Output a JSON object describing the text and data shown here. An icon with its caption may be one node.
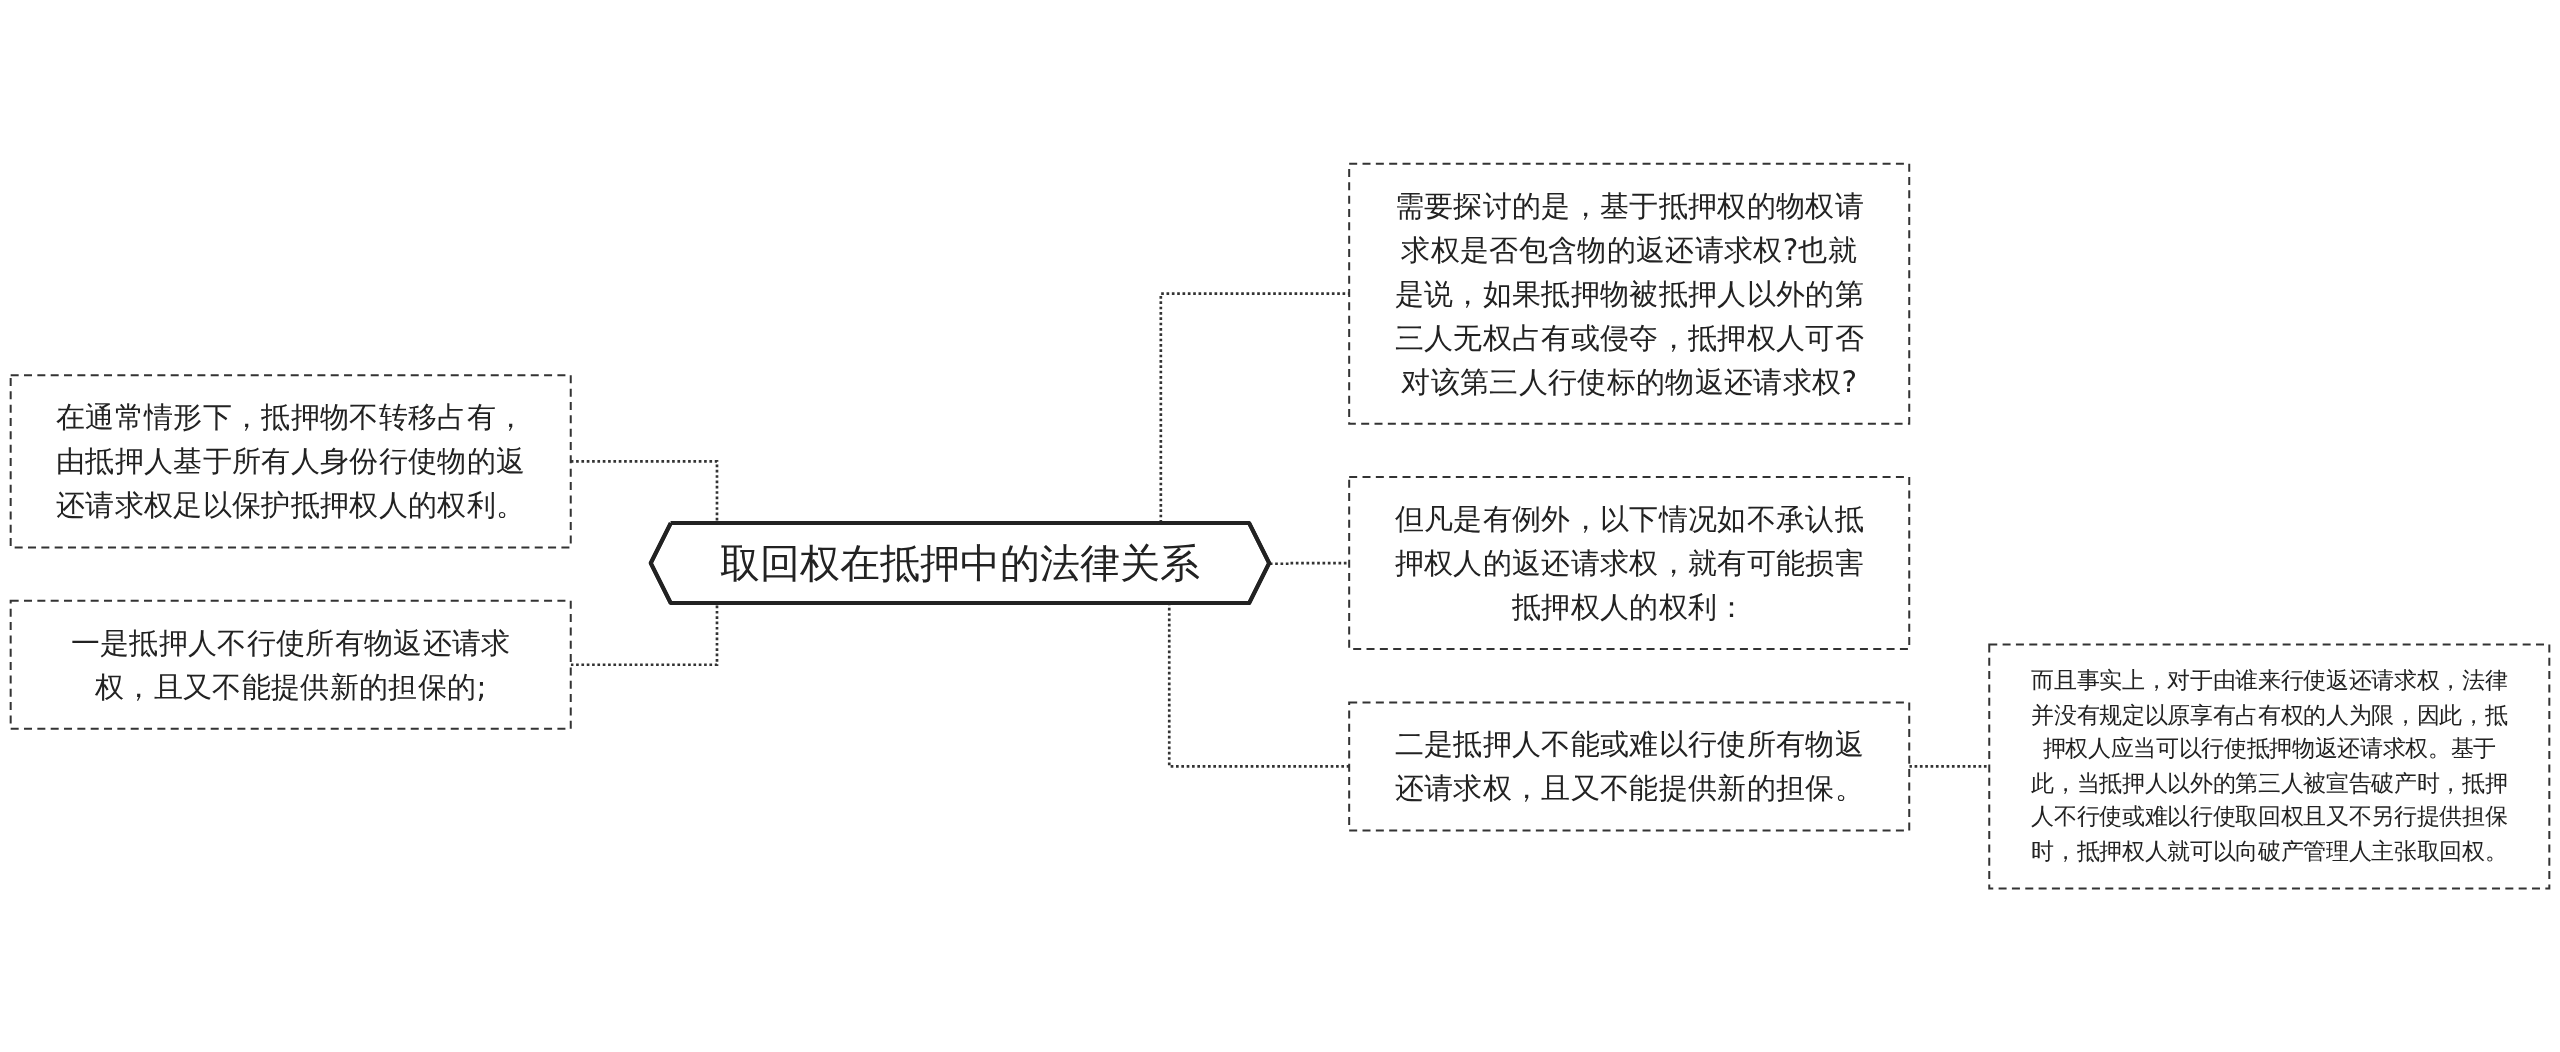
{
  "diagram": {
    "nodes": [
      {
        "text": [
          "取回权在抵押中的法律关系"
        ]
      },
      {
        "text": [
          "在通常情形下，抵押物不转移占有，由抵押人基于所有人身份行使物的返还请求权足以保护抵押权人的权利。"
        ]
      },
      {
        "text": [
          "一是抵押人不行使所有物返还请求权，且又不能提供新的担保的;"
        ]
      },
      {
        "text": [
          "需要探讨的是，基于抵押权的物权请求权是否包含物的返还请求权?也就是说，如果抵押物被抵押人以外的第三人无权占有或侵夺，抵押权人可否对该第三人行使标的物返还请求权?"
        ]
      },
      {
        "text": [
          "但凡是有例外，以下情况如不承认抵押权人的返还请求权，就有可能损害抵押权人的权利："
        ]
      },
      {
        "text": [
          "二是抵押人不能或难以行使所有物返还请求权，且又不能提供新的担保。"
        ]
      },
      {
        "text": [
          "而且事实上，对于由谁来行使返还请求权，法律并没有规定以原享有占有权的人为限，因此，抵押权人应当可以行使抵押物返还请求权。基于此，当抵押人以外的第三人被宣告破产时，抵押人不行使或难以行使取回权且又不另行提供担保时，抵押权人就可以向破产管理人主张取回权。"
        ]
      }
    ],
    "edges": [
      {
        "from": 0,
        "to": 1,
        "arrow": "none",
        "style": "dashed"
      },
      {
        "from": 0,
        "to": 2,
        "arrow": "none",
        "style": "dashed"
      },
      {
        "from": 0,
        "to": 3,
        "arrow": "none",
        "style": "dashed"
      },
      {
        "from": 0,
        "to": 4,
        "arrow": "none",
        "style": "dashed"
      },
      {
        "from": 0,
        "to": 5,
        "arrow": "none",
        "style": "dashed"
      },
      {
        "from": 5,
        "to": 6,
        "arrow": "none",
        "style": "dashed"
      }
    ]
  }
}
